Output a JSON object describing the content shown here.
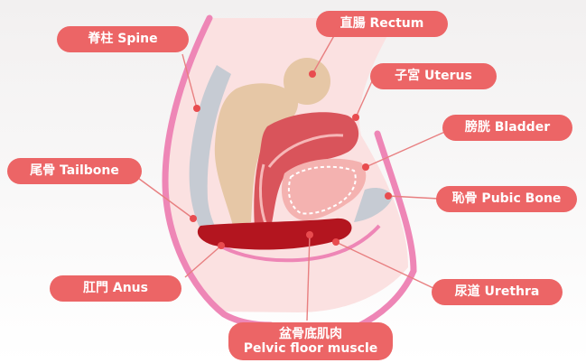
{
  "labels": {
    "spine": "脊柱 Spine",
    "rectum": "直腸 Rectum",
    "uterus": "子宮 Uterus",
    "bladder": "膀胱 Bladder",
    "tailbone": "尾骨 Tailbone",
    "pubic_bone": "恥骨 Pubic Bone",
    "anus": "肛門 Anus",
    "urethra": "尿道 Urethra",
    "pelvic_floor_zh": "盆骨底肌肉",
    "pelvic_floor_en": "Pelvic floor muscle"
  },
  "colors": {
    "label_bg": "#ec6566",
    "label_text": "#ffffff",
    "body_outline": "#ee86b6",
    "body_fill": "#fbe1e1",
    "bone": "#c6cbd3",
    "rectum": "#e6c7a6",
    "uterus": "#d9545b",
    "bladder": "#f4b2b0",
    "pelvic_floor": "#b3151f",
    "leader": "#e87f80",
    "dot": "#e84c4f"
  }
}
